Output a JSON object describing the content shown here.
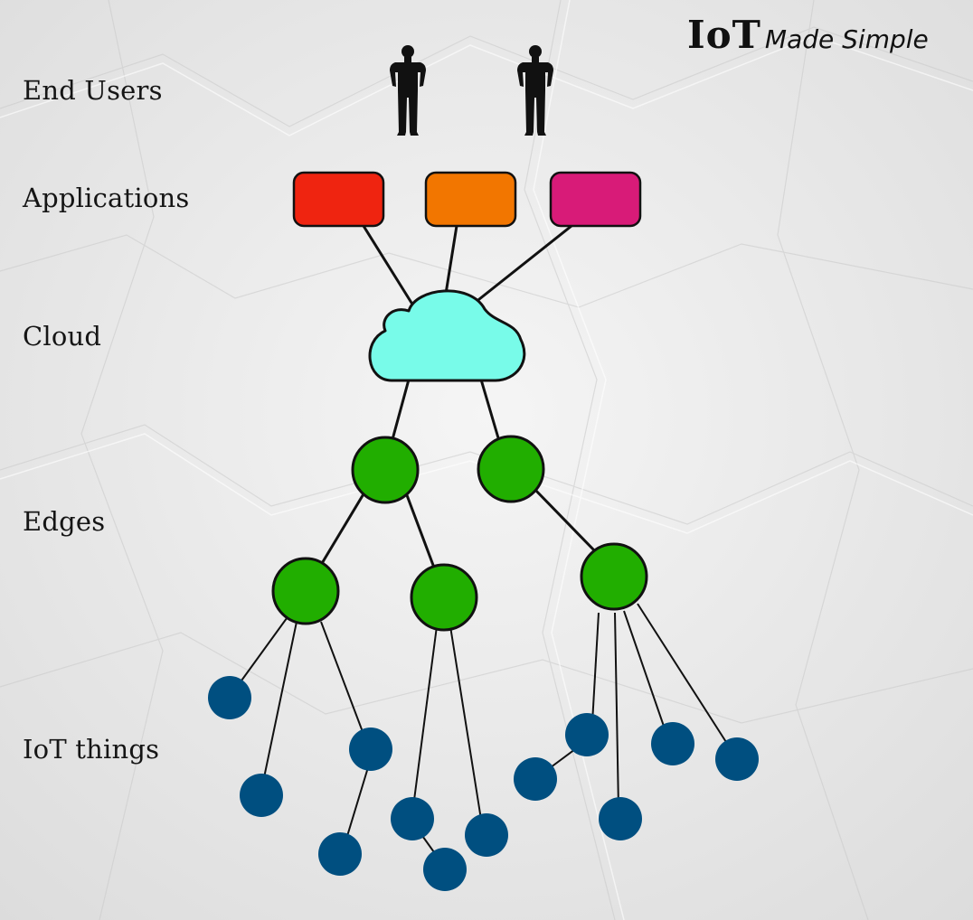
{
  "brand": {
    "main": "IoT",
    "sub": "Made Simple"
  },
  "layers": {
    "end_users": "End Users",
    "applications": "Applications",
    "cloud": "Cloud",
    "edges": "Edges",
    "iot_things": "IoT things"
  },
  "colors": {
    "paper": "#ececec",
    "line": "#111111",
    "app_red": "#ef2410",
    "app_orange": "#f27600",
    "app_magenta": "#d81b78",
    "cloud": "#78fbe9",
    "edge": "#21ae00",
    "thing": "#004f80",
    "person": "#111111"
  },
  "icons": [
    "person-icon",
    "cloud-icon"
  ]
}
